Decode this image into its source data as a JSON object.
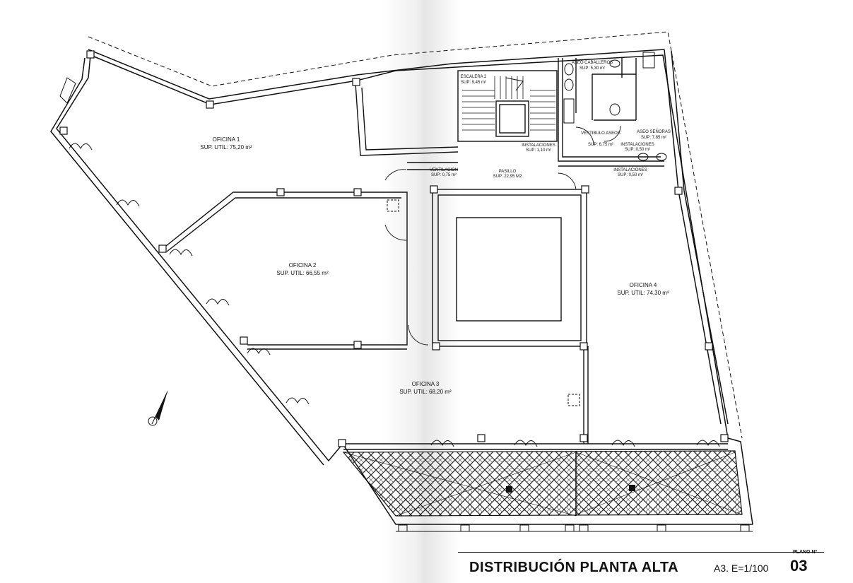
{
  "rooms": {
    "oficina1": {
      "name": "OFICINA 1",
      "area": "SUP. UTIL: 75,20 m²"
    },
    "oficina2": {
      "name": "OFICINA 2",
      "area": "SUP. UTIL: 66,55 m²"
    },
    "oficina3": {
      "name": "OFICINA 3",
      "area": "SUP. UTIL: 68,20 m²"
    },
    "oficina4": {
      "name": "OFICINA 4",
      "area": "SUP. UTIL: 74,30 m²"
    },
    "escalera": {
      "name": "ESCALERA 2",
      "area": "SUP: 9,45 m²"
    },
    "aseo_caballeros": {
      "name": "ASEO CABALLEROS",
      "area": "SUP: 5,30 m²"
    },
    "aseo_senoras": {
      "name": "ASEO SEÑORAS",
      "area": "SUP: 7,85 m²"
    },
    "vestibulo": {
      "name": "VESTIBULO ASEOS",
      "area": "SUP: 6,75 m²"
    },
    "pasillo": {
      "name": "PASILLO",
      "area": "SUP: 22,95 M2"
    },
    "instalaciones1": {
      "name": "INSTALACIONES",
      "area": "SUP: 1,10 m²"
    },
    "instalaciones2": {
      "name": "INSTALACIONES",
      "area": "SUP: 0,50 m²"
    },
    "instalaciones3": {
      "name": "INSTALACIONES",
      "area": "SUP: 0,50 m²"
    },
    "ventilacion": {
      "name": "VENTILACION",
      "area": "SUP: 0,75 m²"
    }
  },
  "title_block": {
    "plano_label": "PLANO Nº",
    "title": "DISTRIBUCIÓN PLANTA ALTA",
    "scale": "A3. E=1/100",
    "number": "03"
  },
  "colors": {
    "ink": "#111111",
    "paper": "#ffffff"
  }
}
